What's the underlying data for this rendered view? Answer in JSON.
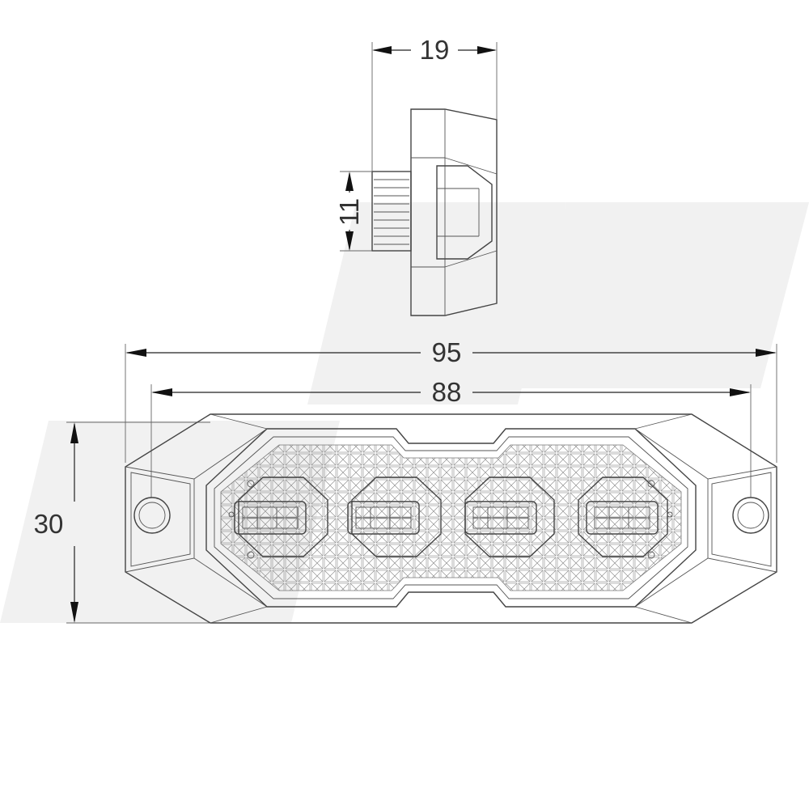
{
  "drawing": {
    "title": "",
    "units": "",
    "line_color": "#444444",
    "watermark_color": "#f1f1f1",
    "dimensions": {
      "side_depth": "19",
      "side_boss_height": "11",
      "overall_length": "95",
      "hole_spacing": "88",
      "overall_height": "30"
    },
    "front_view": {
      "led_module_count": 4,
      "mounting_hole_count": 2
    }
  }
}
